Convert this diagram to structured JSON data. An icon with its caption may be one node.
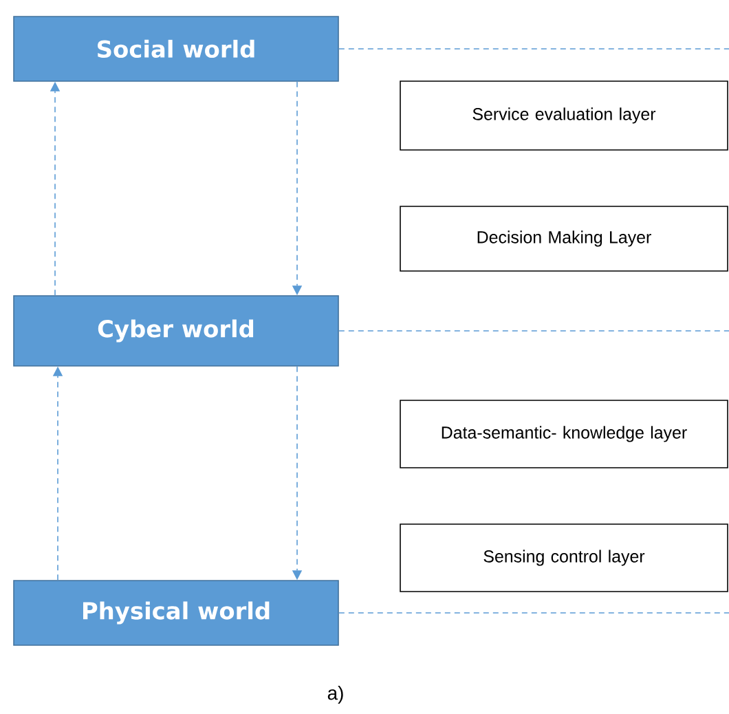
{
  "diagram": {
    "caption": "a)",
    "nodes": [
      {
        "text": [
          "Social world"
        ]
      },
      {
        "text": [
          "Cyber world"
        ]
      },
      {
        "text": [
          "Physical world"
        ]
      },
      {
        "text": [
          "Service evaluation layer"
        ]
      },
      {
        "text": [
          "Decision Making Layer"
        ]
      },
      {
        "text": [
          "Data-semantic- knowledge layer"
        ]
      },
      {
        "text": [
          "Sensing control layer"
        ]
      }
    ],
    "edges": [
      {
        "from": 1,
        "to": 0,
        "arrow": "to",
        "style": "dashed"
      },
      {
        "from": 0,
        "to": 1,
        "arrow": "to",
        "style": "dashed"
      },
      {
        "from": 2,
        "to": 1,
        "arrow": "to",
        "style": "dashed"
      },
      {
        "from": 1,
        "to": 2,
        "arrow": "to",
        "style": "dashed"
      },
      {
        "from": 0,
        "to": null,
        "arrow": "none",
        "style": "dashed"
      },
      {
        "from": 1,
        "to": null,
        "arrow": "none",
        "style": "dashed"
      },
      {
        "from": 2,
        "to": null,
        "arrow": "none",
        "style": "dashed"
      }
    ]
  }
}
